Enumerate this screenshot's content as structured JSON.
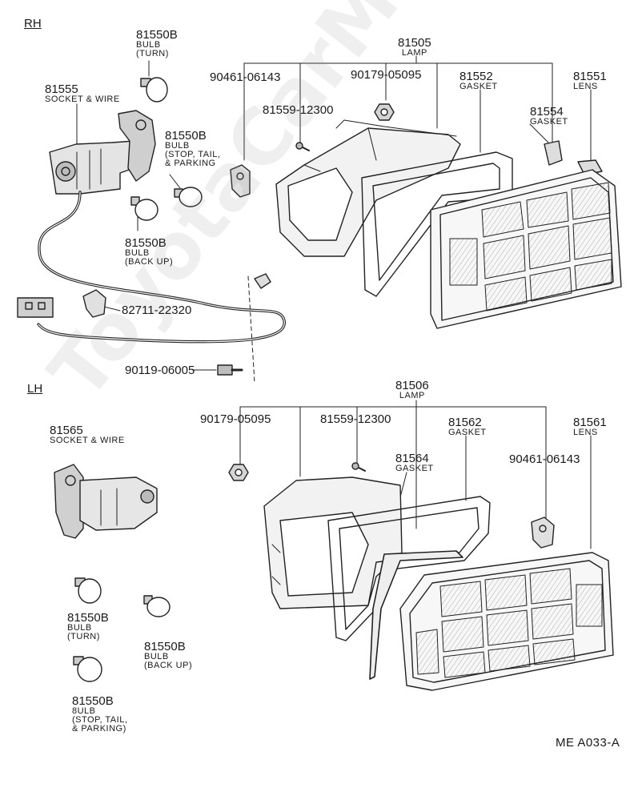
{
  "sections": {
    "rh": "RH",
    "lh": "LH"
  },
  "watermark": "ToyotaCarMine.ru",
  "figure_code": "ME  A033-A",
  "rh": {
    "bulb_turn": {
      "pn": "81550B",
      "l1": "BULB",
      "l2": "(TURN)"
    },
    "socket": {
      "pn": "81555",
      "l1": "SOCKET & WIRE"
    },
    "bulb_stop": {
      "pn": "81550B",
      "l1": "BULB",
      "l2": "(STOP, TAIL,",
      "l3": "& PARKING"
    },
    "bulb_back": {
      "pn": "81550B",
      "l1": "BULB",
      "l2": "(BACK UP)"
    },
    "clip_82711": {
      "pn": "82711-22320"
    },
    "screw_90119": {
      "pn": "90119-06005"
    },
    "lamp": {
      "pn": "81505",
      "l1": "LAMP"
    },
    "clip_90461": {
      "pn": "90461-06143"
    },
    "nut_90179": {
      "pn": "90179-05095"
    },
    "screw_81559": {
      "pn": "81559-12300"
    },
    "gasket_81552": {
      "pn": "81552",
      "l1": "GASKET"
    },
    "lens_81551": {
      "pn": "81551",
      "l1": "LENS"
    },
    "gasket_81554": {
      "pn": "81554",
      "l1": "GASKET"
    }
  },
  "lh": {
    "lamp": {
      "pn": "81506",
      "l1": "LAMP"
    },
    "nut_90179": {
      "pn": "90179-05095"
    },
    "screw_81559": {
      "pn": "81559-12300"
    },
    "gasket_81562": {
      "pn": "81562",
      "l1": "GASKET"
    },
    "lens_81561": {
      "pn": "81561",
      "l1": "LENS"
    },
    "gasket_81564": {
      "pn": "81564",
      "l1": "GASKET"
    },
    "clip_90461": {
      "pn": "90461-06143"
    },
    "socket": {
      "pn": "81565",
      "l1": "SOCKET & WIRE"
    },
    "bulb_turn": {
      "pn": "81550B",
      "l1": "BULB",
      "l2": "(TURN)"
    },
    "bulb_back": {
      "pn": "81550B",
      "l1": "BULB",
      "l2": "(BACK UP)"
    },
    "bulb_stop": {
      "pn": "81550B",
      "l1": "8ULB",
      "l2": "(STOP, TAIL,",
      "l3": "& PARKING)"
    }
  }
}
